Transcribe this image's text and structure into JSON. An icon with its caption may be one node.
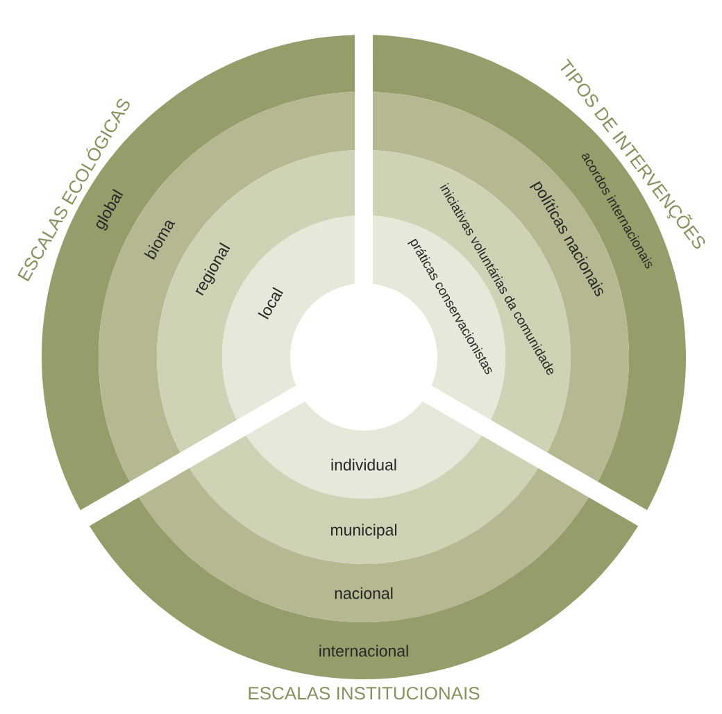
{
  "diagram": {
    "nodes": [
      {
        "text": [
          "global"
        ]
      },
      {
        "text": [
          "bioma"
        ]
      },
      {
        "text": [
          "regional"
        ]
      },
      {
        "text": [
          "local"
        ]
      },
      {
        "text": [
          "acordos internacionais"
        ]
      },
      {
        "text": [
          "políticas nacionais"
        ]
      },
      {
        "text": [
          "iniciativas voluntárias da comunidade"
        ]
      },
      {
        "text": [
          "práticas conservacionistas"
        ]
      },
      {
        "text": [
          "individual"
        ]
      },
      {
        "text": [
          "municipal"
        ]
      },
      {
        "text": [
          "nacional"
        ]
      },
      {
        "text": [
          "internacional"
        ]
      }
    ],
    "labels": [
      "ESCALAS ECOLÓGICAS",
      "TIPOS DE INTERVENÇÕES",
      "ESCALAS INSTITUCIONAIS"
    ]
  }
}
